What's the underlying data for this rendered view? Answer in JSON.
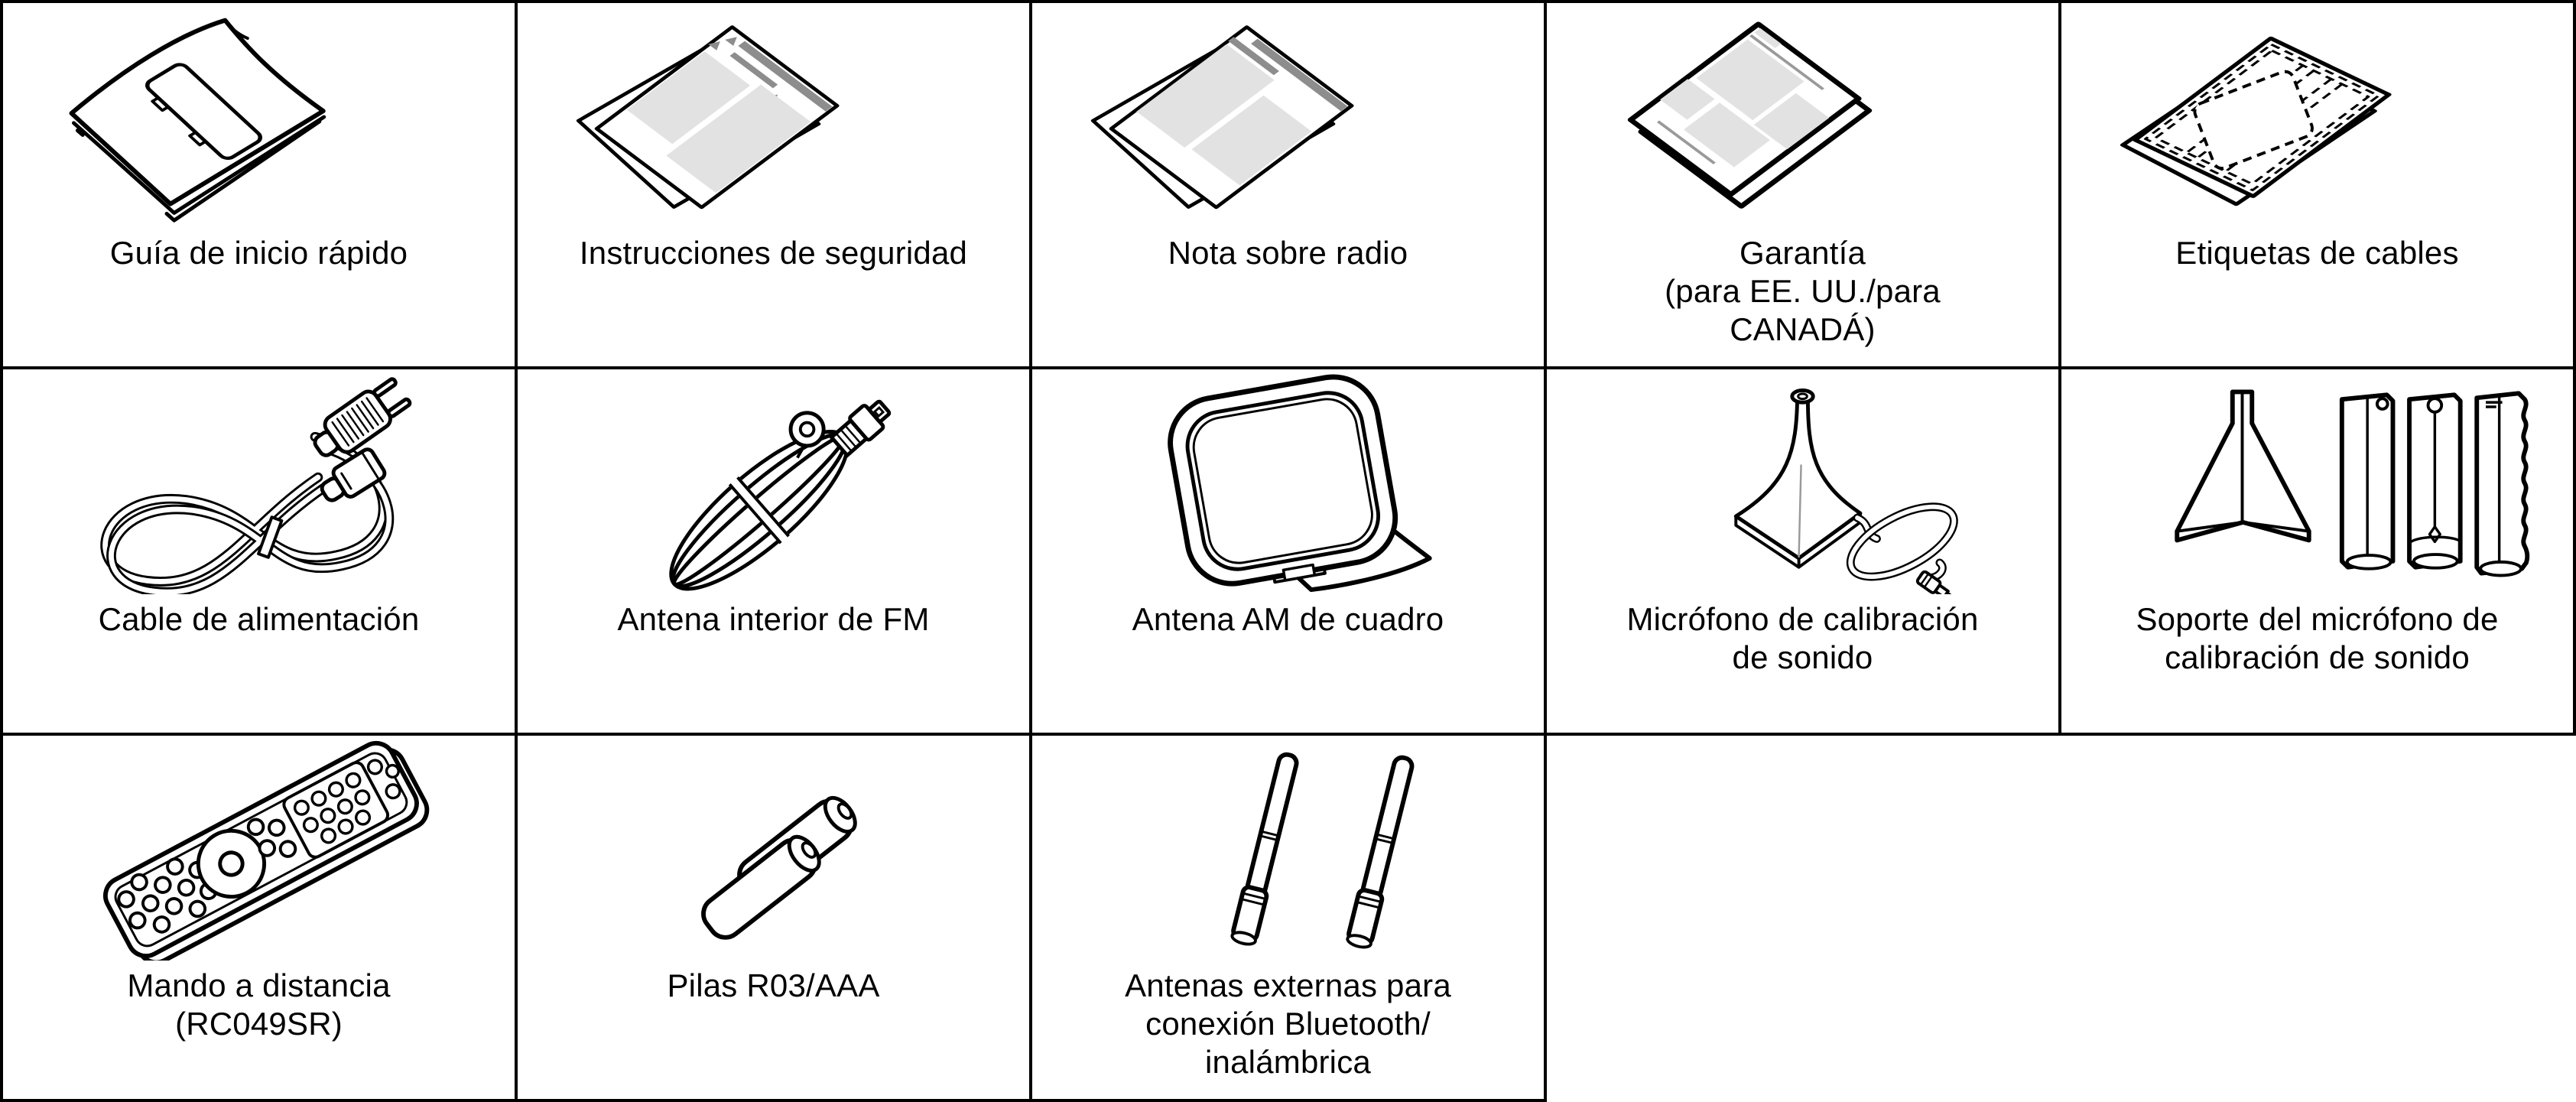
{
  "page": {
    "type": "product-manual-accessories-table",
    "background": "#ffffff",
    "border_color": "#000000",
    "text_color": "#000000",
    "panel_gray": "#e2e2e2",
    "bar_gray": "#8d8d8d"
  },
  "accessories": [
    {
      "label": "Guía de inicio rápido",
      "icon": "quick-start-guide"
    },
    {
      "label": "Instrucciones de seguridad",
      "icon": "safety-instructions-sheet"
    },
    {
      "label": "Nota sobre radio",
      "icon": "radio-note-sheet"
    },
    {
      "label": "Garantía\n(para EE. UU./para\nCANADÁ)",
      "icon": "warranty-sheets"
    },
    {
      "label": "Etiquetas de cables",
      "icon": "cable-labels-sheet"
    },
    {
      "label": "Cable de alimentación",
      "icon": "power-cord"
    },
    {
      "label": "Antena interior de FM",
      "icon": "fm-indoor-antenna"
    },
    {
      "label": "Antena AM de cuadro",
      "icon": "am-loop-antenna"
    },
    {
      "label": "Micrófono de calibración\nde sonido",
      "icon": "sound-calibration-microphone"
    },
    {
      "label": "Soporte del micrófono de\ncalibración de sonido",
      "icon": "calibration-microphone-stand"
    },
    {
      "label": "Mando a distancia\n(RC049SR)",
      "icon": "remote-control"
    },
    {
      "label": "Pilas R03/AAA",
      "icon": "aaa-batteries"
    },
    {
      "label": "Antenas externas para\nconexión Bluetooth/\ninalámbrica",
      "icon": "external-antennas"
    }
  ]
}
